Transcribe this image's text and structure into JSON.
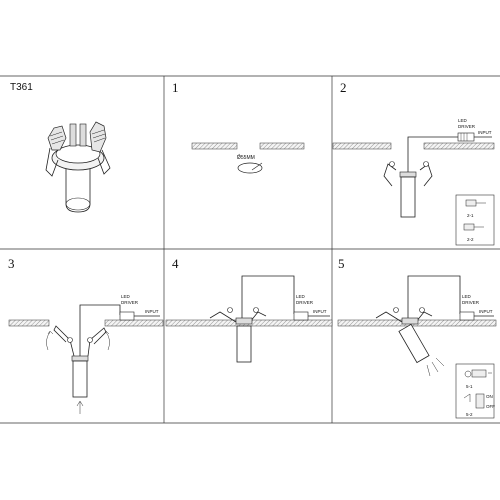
{
  "panels": [
    {
      "number": "",
      "model": "T361"
    },
    {
      "number": "1",
      "hole_label": "Ø55MM"
    },
    {
      "number": "2",
      "driver_label_1": "LED",
      "driver_label_2": "DRIVER",
      "input_label": "INPUT",
      "inset_labels": [
        "2-1",
        "2-2"
      ]
    },
    {
      "number": "3",
      "driver_label_1": "LED",
      "driver_label_2": "DRIVER",
      "input_label": "INPUT"
    },
    {
      "number": "4",
      "driver_label_1": "LED",
      "driver_label_2": "DRIVER",
      "input_label": "INPUT"
    },
    {
      "number": "5",
      "driver_label_1": "LED",
      "driver_label_2": "DRIVER",
      "input_label": "INPUT",
      "inset_labels": [
        "5-1",
        "5-2"
      ],
      "switch_labels": [
        "ON",
        "OFF"
      ]
    }
  ]
}
